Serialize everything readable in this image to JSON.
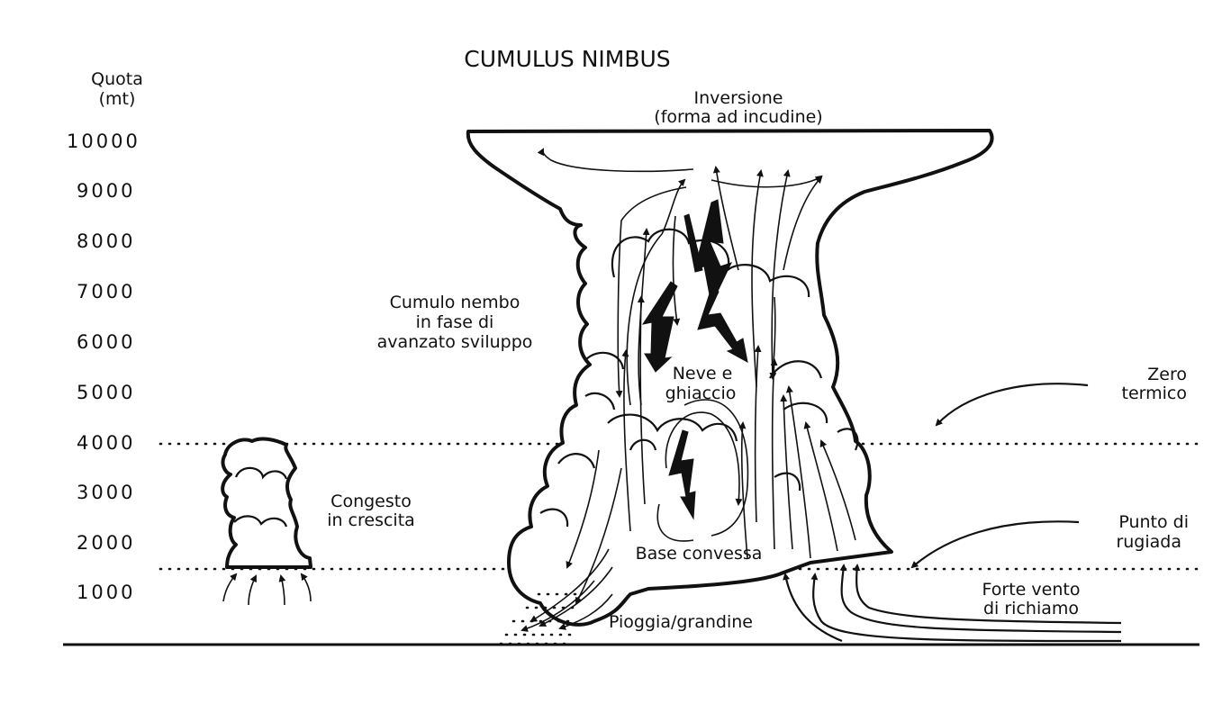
{
  "title": "CUMULUS NIMBUS",
  "axis": {
    "label_line1": "Quota",
    "label_line2": "(mt)",
    "ticks": [
      "10000",
      "9000",
      "8000",
      "7000",
      "6000",
      "5000",
      "4000",
      "3000",
      "2000",
      "1000"
    ]
  },
  "labels": {
    "inversione_line1": "Inversione",
    "inversione_line2": "(forma ad incudine)",
    "cumulo_line1": "Cumulo nembo",
    "cumulo_line2": "in fase di",
    "cumulo_line3": "avanzato sviluppo",
    "neve_line1": "Neve e",
    "neve_line2": "ghiaccio",
    "zero_line1": "Zero",
    "zero_line2": "termico",
    "congesto_line1": "Congesto",
    "congesto_line2": "in crescita",
    "punto_line1": "Punto di",
    "punto_line2": "rugiada",
    "base": "Base convessa",
    "vento_line1": "Forte vento",
    "vento_line2": "di richiamo",
    "pioggia": "Pioggia/grandine"
  }
}
